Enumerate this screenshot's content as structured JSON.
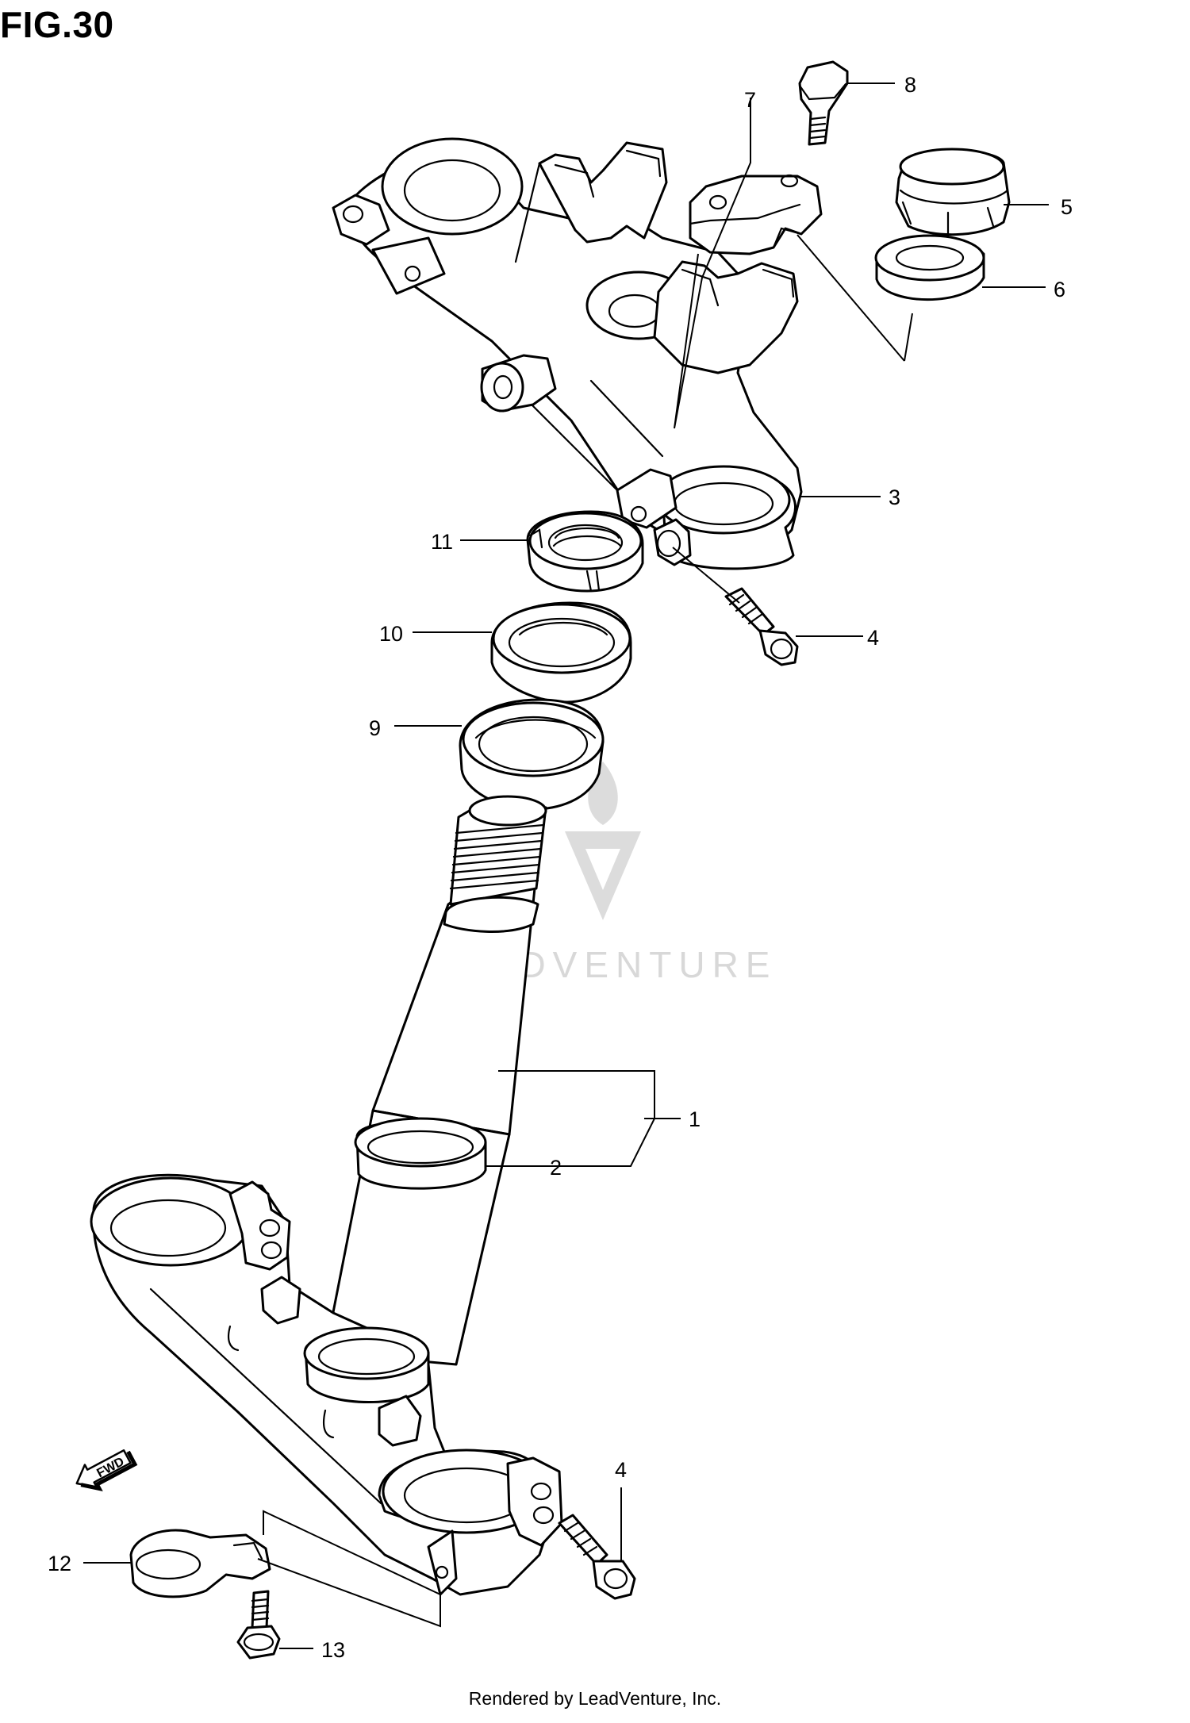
{
  "figure": {
    "title": "FIG.30"
  },
  "callouts": [
    {
      "id": "1",
      "label": "1"
    },
    {
      "id": "2",
      "label": "2"
    },
    {
      "id": "3",
      "label": "3"
    },
    {
      "id": "4a",
      "label": "4"
    },
    {
      "id": "4b",
      "label": "4"
    },
    {
      "id": "5",
      "label": "5"
    },
    {
      "id": "6",
      "label": "6"
    },
    {
      "id": "7",
      "label": "7"
    },
    {
      "id": "8",
      "label": "8"
    },
    {
      "id": "9",
      "label": "9"
    },
    {
      "id": "10",
      "label": "10"
    },
    {
      "id": "11",
      "label": "11"
    },
    {
      "id": "12",
      "label": "12"
    },
    {
      "id": "13",
      "label": "13"
    }
  ],
  "fwd_arrow": {
    "label": "FWD",
    "icon": "fwd-arrow-icon"
  },
  "watermark": {
    "text": "LEADVENTURE",
    "icon": "leadventure-logo-icon"
  },
  "footer": {
    "text": "Rendered by LeadVenture, Inc."
  }
}
